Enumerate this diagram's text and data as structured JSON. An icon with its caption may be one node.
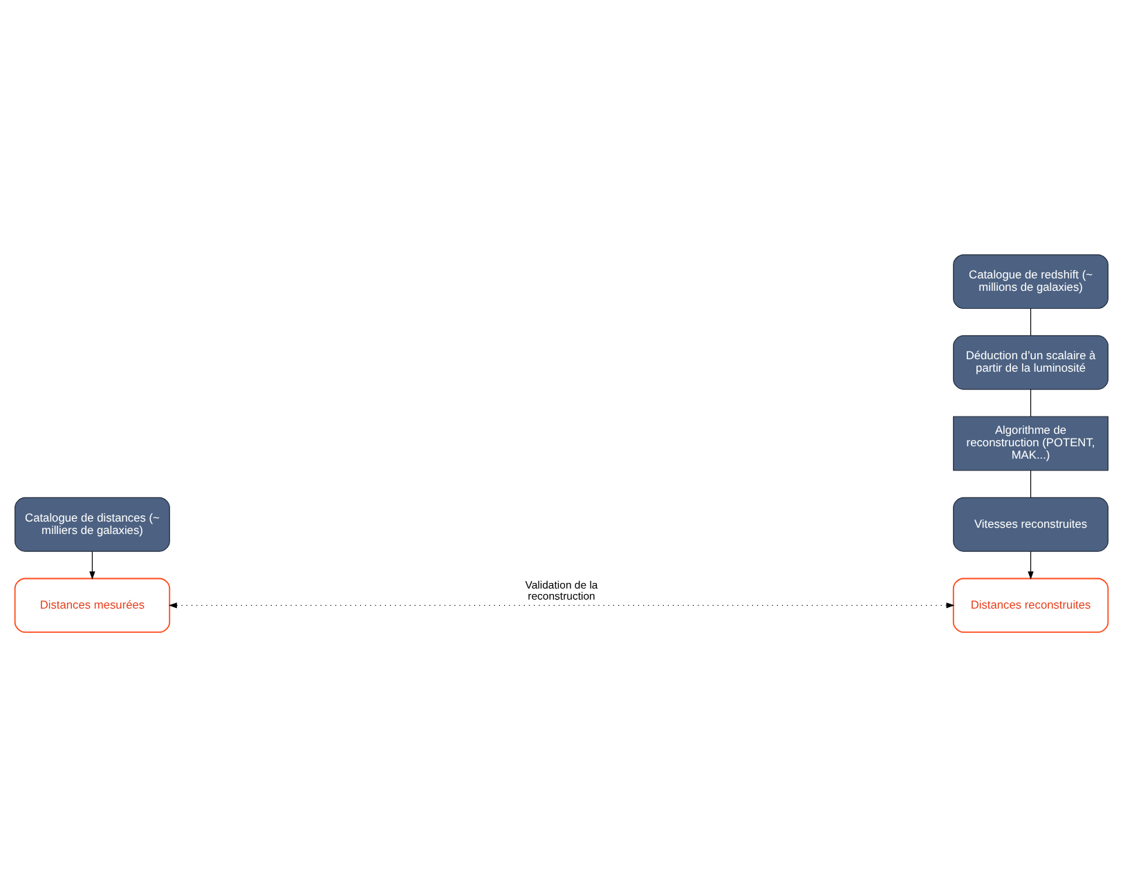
{
  "diagram": {
    "nodes": [
      {
        "text": [
          "Catalogue de distances (~ milliers de galaxies)"
        ]
      },
      {
        "text": [
          "Catalogue de redshift (~ millions de galaxies)"
        ]
      },
      {
        "text": [
          "Déduction d’un scalaire à partir de la luminosité"
        ]
      },
      {
        "text": [
          "Algorithme de reconstruction (POTENT, MAK...)"
        ]
      },
      {
        "text": [
          "Vitesses reconstruites"
        ]
      },
      {
        "text": [
          "Distances mesurées"
        ]
      },
      {
        "text": [
          "Distances reconstruites"
        ]
      }
    ],
    "edges": [
      {
        "from": 0,
        "to": 5,
        "arrow": "to"
      },
      {
        "from": 1,
        "to": 2,
        "arrow": "none"
      },
      {
        "from": 2,
        "to": 3,
        "arrow": "none"
      },
      {
        "from": 3,
        "to": 4,
        "arrow": "none"
      },
      {
        "from": 4,
        "to": 6,
        "arrow": "to"
      },
      {
        "from": 5,
        "to": 6,
        "arrow": "both",
        "style": "dashed",
        "label": "Validation de la reconstruction"
      }
    ]
  }
}
